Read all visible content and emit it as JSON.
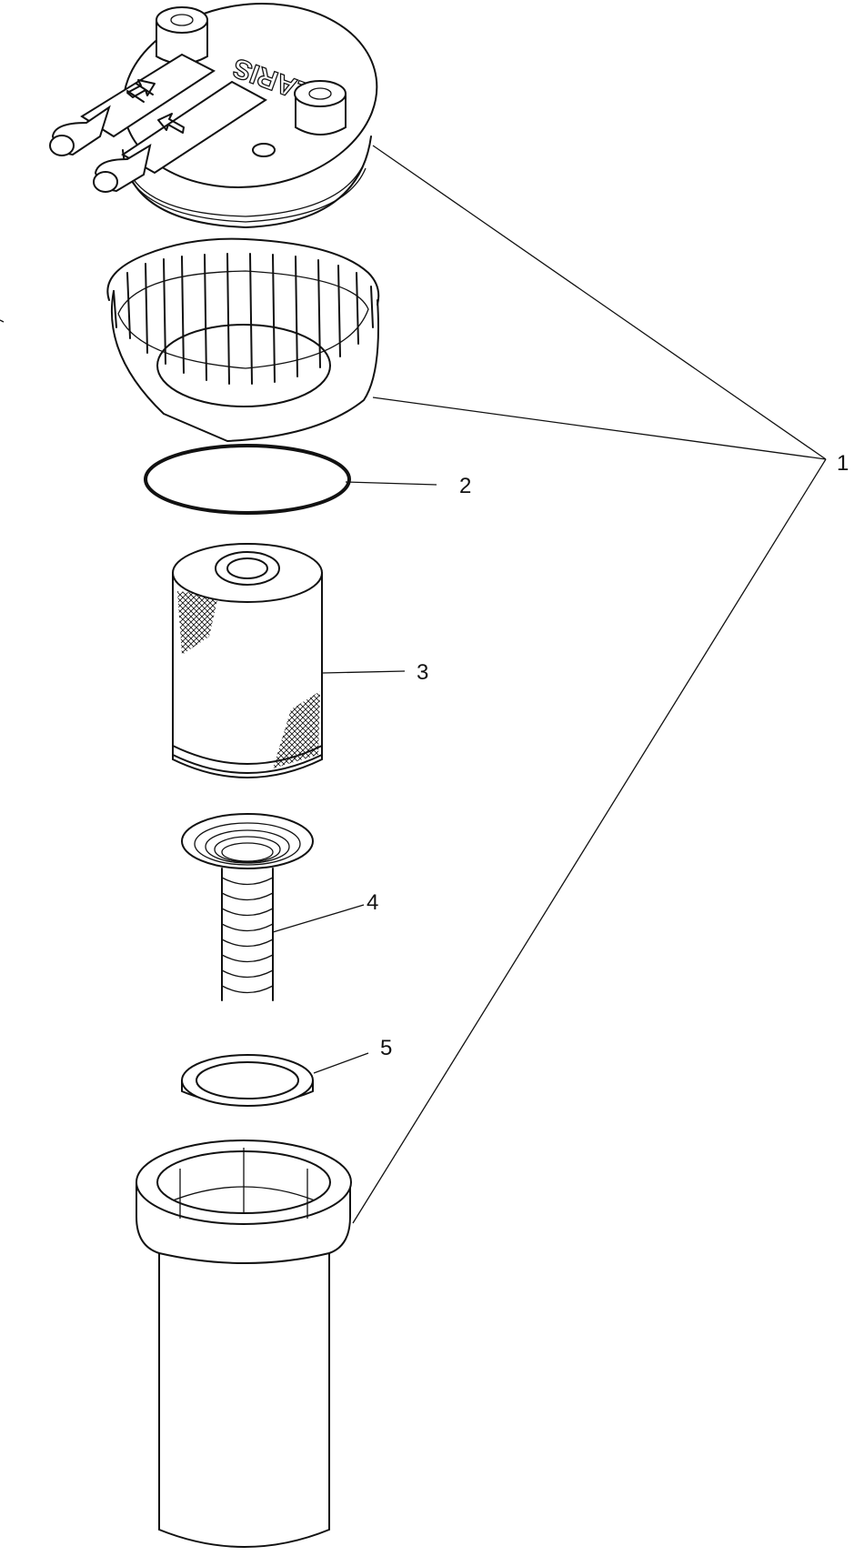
{
  "diagram": {
    "type": "exploded-parts-view",
    "background": "#ffffff",
    "line_color": "#111111",
    "cap_lettering": "OLARIS",
    "callouts": [
      {
        "id": "callout-1",
        "label": "1"
      },
      {
        "id": "callout-2",
        "label": "2"
      },
      {
        "id": "callout-3",
        "label": "3"
      },
      {
        "id": "callout-4",
        "label": "4"
      },
      {
        "id": "callout-5",
        "label": "5"
      }
    ]
  }
}
